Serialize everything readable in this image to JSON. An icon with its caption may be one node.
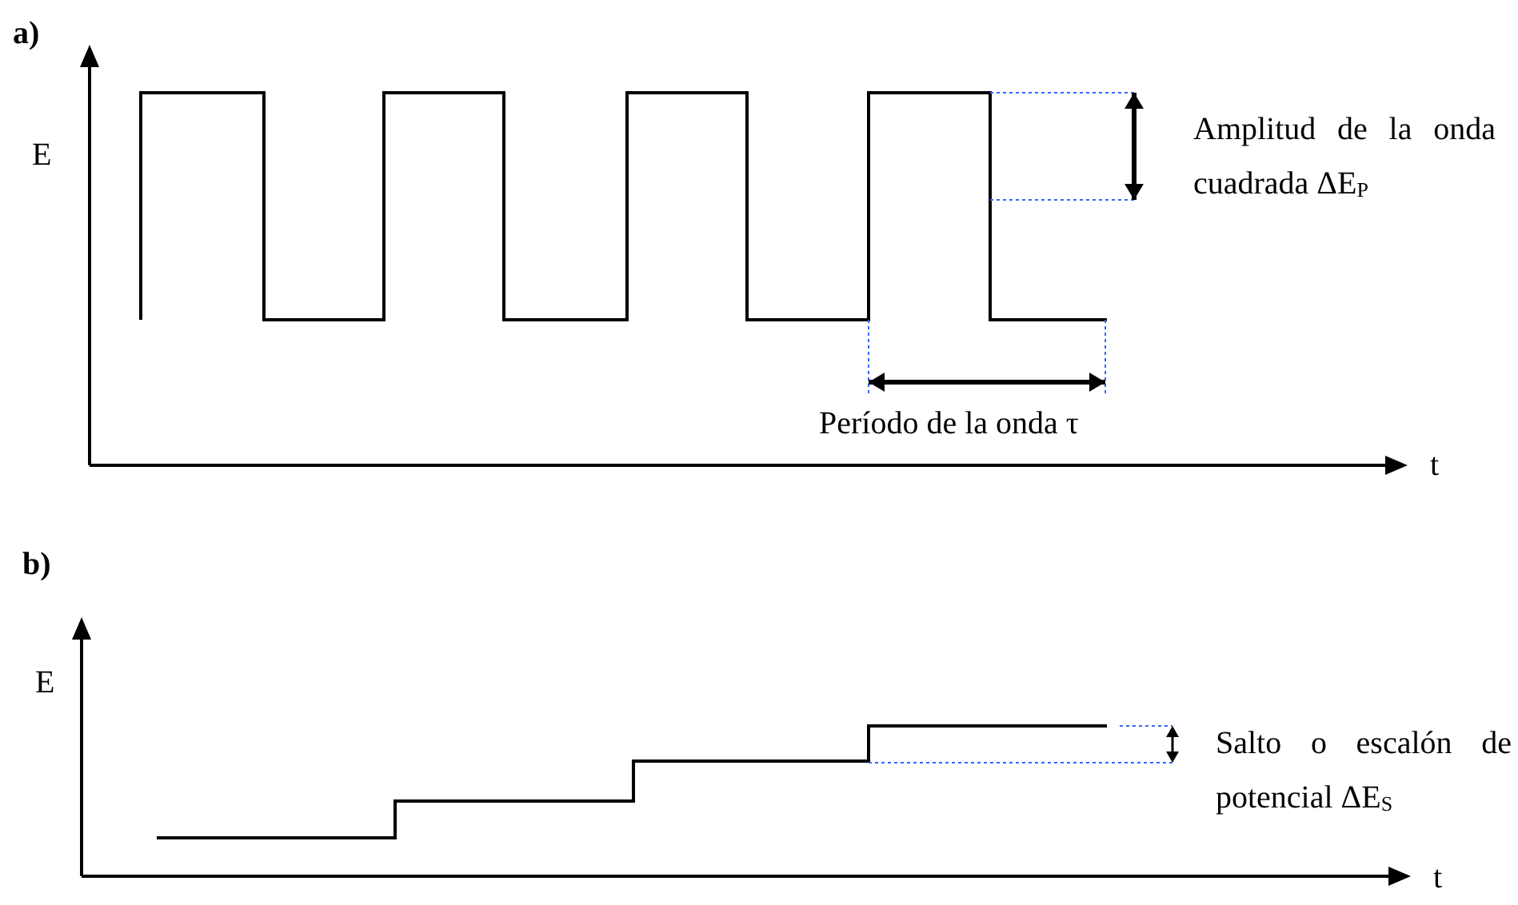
{
  "diagram": {
    "labels": [
      "a)",
      "E",
      "Amplitud de la onda cuadrada ΔE$_{P}$",
      "Período de la onda τ",
      "t",
      "b)",
      "E",
      "Salto o escalón de potencial ΔE$_{S}$",
      "t"
    ]
  }
}
